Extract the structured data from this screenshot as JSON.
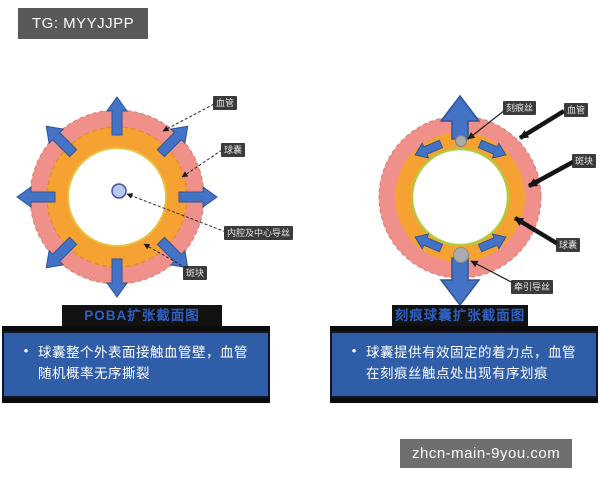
{
  "tg_badge": "TG: MYYJJPP",
  "watermark": "zhcn-main-9you.com",
  "left_diagram": {
    "title": "POBA扩张截面图",
    "labels": {
      "vessel": "血管",
      "balloon": "球囊",
      "lumen_wire": "内腔及中心导丝",
      "plaque": "斑块"
    }
  },
  "right_diagram": {
    "title": "刻痕球囊扩张截面图",
    "labels": {
      "scoring_wire": "刻痕丝",
      "vessel": "血管",
      "plaque": "斑块",
      "balloon": "球囊",
      "traction_wire": "牵引导丝"
    }
  },
  "notes": {
    "left": {
      "bullet": "•",
      "text": "球囊整个外表面接触血管壁，血管随机概率无序撕裂"
    },
    "right": {
      "bullet": "•",
      "text": "球囊提供有效固定的着力点，血管在刻痕丝触点处出现有序划痕"
    }
  },
  "colors": {
    "vessel_pink": "#F0908A",
    "plaque_orange": "#F6A233",
    "balloon_edge_green": "#B5C93F",
    "arrow_blue": "#4472C4",
    "arrow_blue_dark": "#2F5597",
    "guidewire_fill": "#B9C7EA",
    "scoring_dot_gray": "#ABABAB",
    "note_box_blue": "#2F5DA8",
    "title_text_blue": "#2F5FC0",
    "badge_gray": "#595959"
  }
}
